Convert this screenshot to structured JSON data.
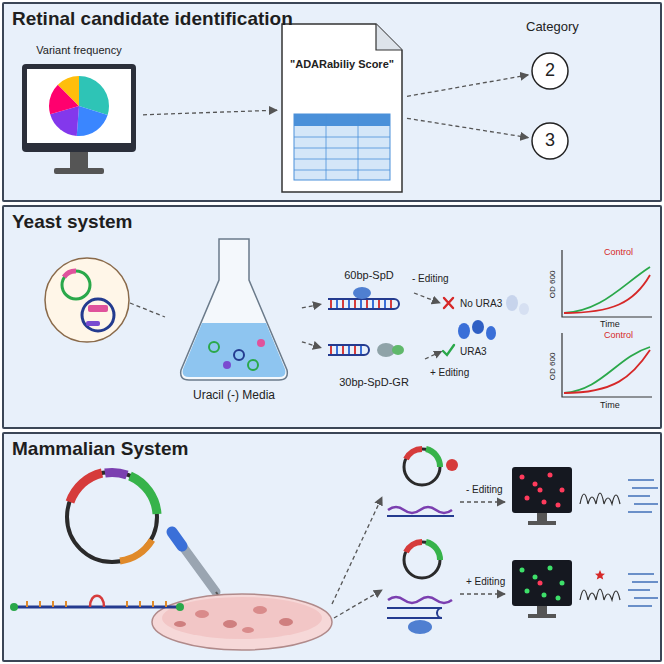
{
  "diagram": {
    "nodes": [
      {
        "text": [
          "Retinal candidate identification"
        ]
      },
      {
        "text": [
          "Variant frequency"
        ],
        "in": 0
      },
      {
        "text": [
          "\"ADARabiliy Score\""
        ],
        "in": 0
      },
      {
        "text": [
          "2"
        ],
        "in": 0
      },
      {
        "text": [
          "3"
        ],
        "in": 0
      },
      {
        "text": [
          "Yeast system"
        ]
      },
      {
        "text": [
          "Uracil (-) Media"
        ],
        "in": 5
      },
      {
        "text": [
          "60bp-SpD"
        ],
        "in": 5
      },
      {
        "text": [
          "30bp-SpD-GR"
        ],
        "in": 5
      },
      {
        "text": [
          "Mammalian  System"
        ]
      }
    ],
    "edges": [
      {
        "from": 1,
        "to": 2,
        "arrow": "to"
      },
      {
        "from": 2,
        "to": 3,
        "arrow": "to"
      },
      {
        "from": 2,
        "to": 4,
        "arrow": "to"
      },
      {
        "from": 6,
        "to": 7,
        "arrow": "to"
      },
      {
        "from": 6,
        "to": 8,
        "arrow": "to"
      }
    ],
    "labels": [
      "Category",
      "- Editing",
      "No URA3",
      "+ Editing",
      "URA3",
      "OD 600",
      "Control",
      "Time",
      "OD 600",
      "Control",
      "Time",
      "- Editing",
      "+ Editing"
    ]
  }
}
